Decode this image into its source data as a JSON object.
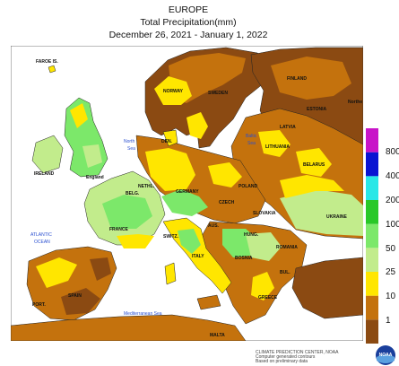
{
  "header": {
    "region": "EUROPE",
    "quantity": "Total Precipitation(mm)",
    "period": "December 26, 2021 - January 1, 2022"
  },
  "legend": {
    "colors": [
      "#8b4a12",
      "#c4720d",
      "#ffe600",
      "#c2ec8c",
      "#7ce86a",
      "#28c828",
      "#29e7e7",
      "#0a14d2",
      "#c814c8"
    ],
    "labels": [
      "1",
      "10",
      "25",
      "50",
      "100",
      "200",
      "400",
      "800"
    ]
  },
  "map": {
    "labels": {
      "faroe": "FAROE IS.",
      "norway": "NORWAY",
      "sweden": "SWEDEN",
      "finland": "FINLAND",
      "estonia": "ESTONIA",
      "north_russia": "Northe",
      "latvia": "LATVIA",
      "lithuania": "LITHUANIA",
      "belarus": "BELARUS",
      "ukraine": "UKRAINE",
      "poland": "POLAND",
      "den": "DEN.",
      "nethl": "NETHL.",
      "germany": "GERMANY",
      "czech": "CZECH",
      "slovakia": "SLOVAKIA",
      "austria": "AUS.",
      "hungary": "HUNG.",
      "romania": "ROMANIA",
      "switz": "SWITZ.",
      "italy": "ITALY",
      "bosnia": "BOSNIA",
      "bulgaria": "BUL.",
      "greece": "GREECE",
      "france": "FRANCE",
      "england": "England",
      "ireland": "IRELAND",
      "spain": "SPAIN",
      "port": "PORT.",
      "malta": "MALTA",
      "belg": "BELG."
    },
    "water": {
      "north_sea_1": "North",
      "north_sea_2": "Sea",
      "baltic_1": "Baltic",
      "baltic_2": "Sea",
      "atlantic_1": "ATLANTIC",
      "atlantic_2": "OCEAN",
      "med": "Mediterranean Sea"
    }
  },
  "credits": {
    "line1": "CLIMATE PREDICTION CENTER, NOAA",
    "line2": "Computer generated contours",
    "line3": "Based on preliminary data",
    "logo_text": "NOAA"
  }
}
